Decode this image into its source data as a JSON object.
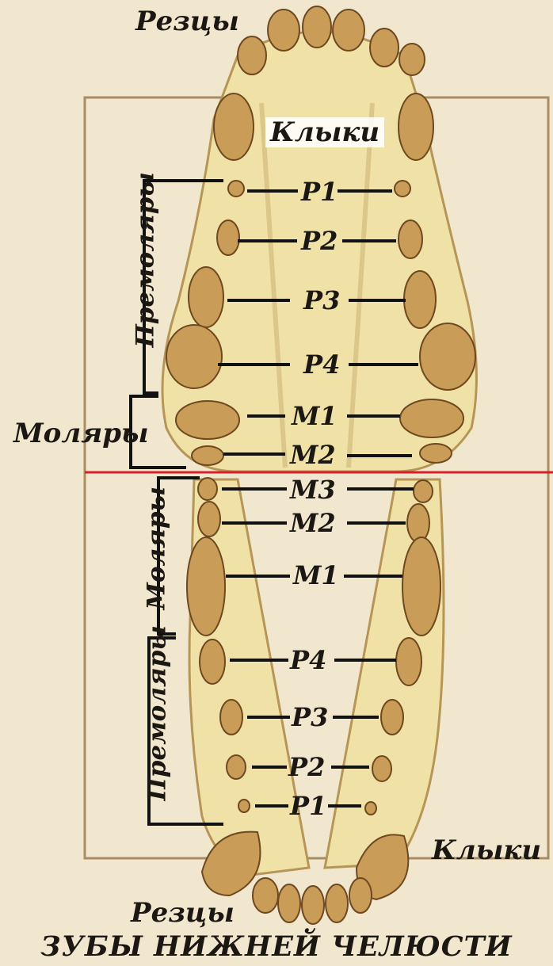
{
  "upper_jaw": {
    "incisors": "Резцы",
    "canines": "Клыки",
    "premolars_group": "Премоляры",
    "molars_group": "Моляры",
    "teeth": [
      "P1",
      "P2",
      "P3",
      "P4",
      "M1",
      "M2"
    ]
  },
  "lower_jaw": {
    "incisors": "Резцы",
    "canines": "Клыки",
    "molars_group": "Моляры",
    "premolars_group": "Премоляры",
    "teeth": [
      "M3",
      "M2",
      "M1",
      "P4",
      "P3",
      "P2",
      "P1"
    ]
  },
  "caption": "ЗУБЫ НИЖНЕЙ ЧЕЛЮСТИ",
  "colors": {
    "background": "#f1e7cf",
    "bone": "#efe1a8",
    "tooth": "#c79a55",
    "tooth_dark": "#7a4f22",
    "divider": "#d6202a"
  }
}
